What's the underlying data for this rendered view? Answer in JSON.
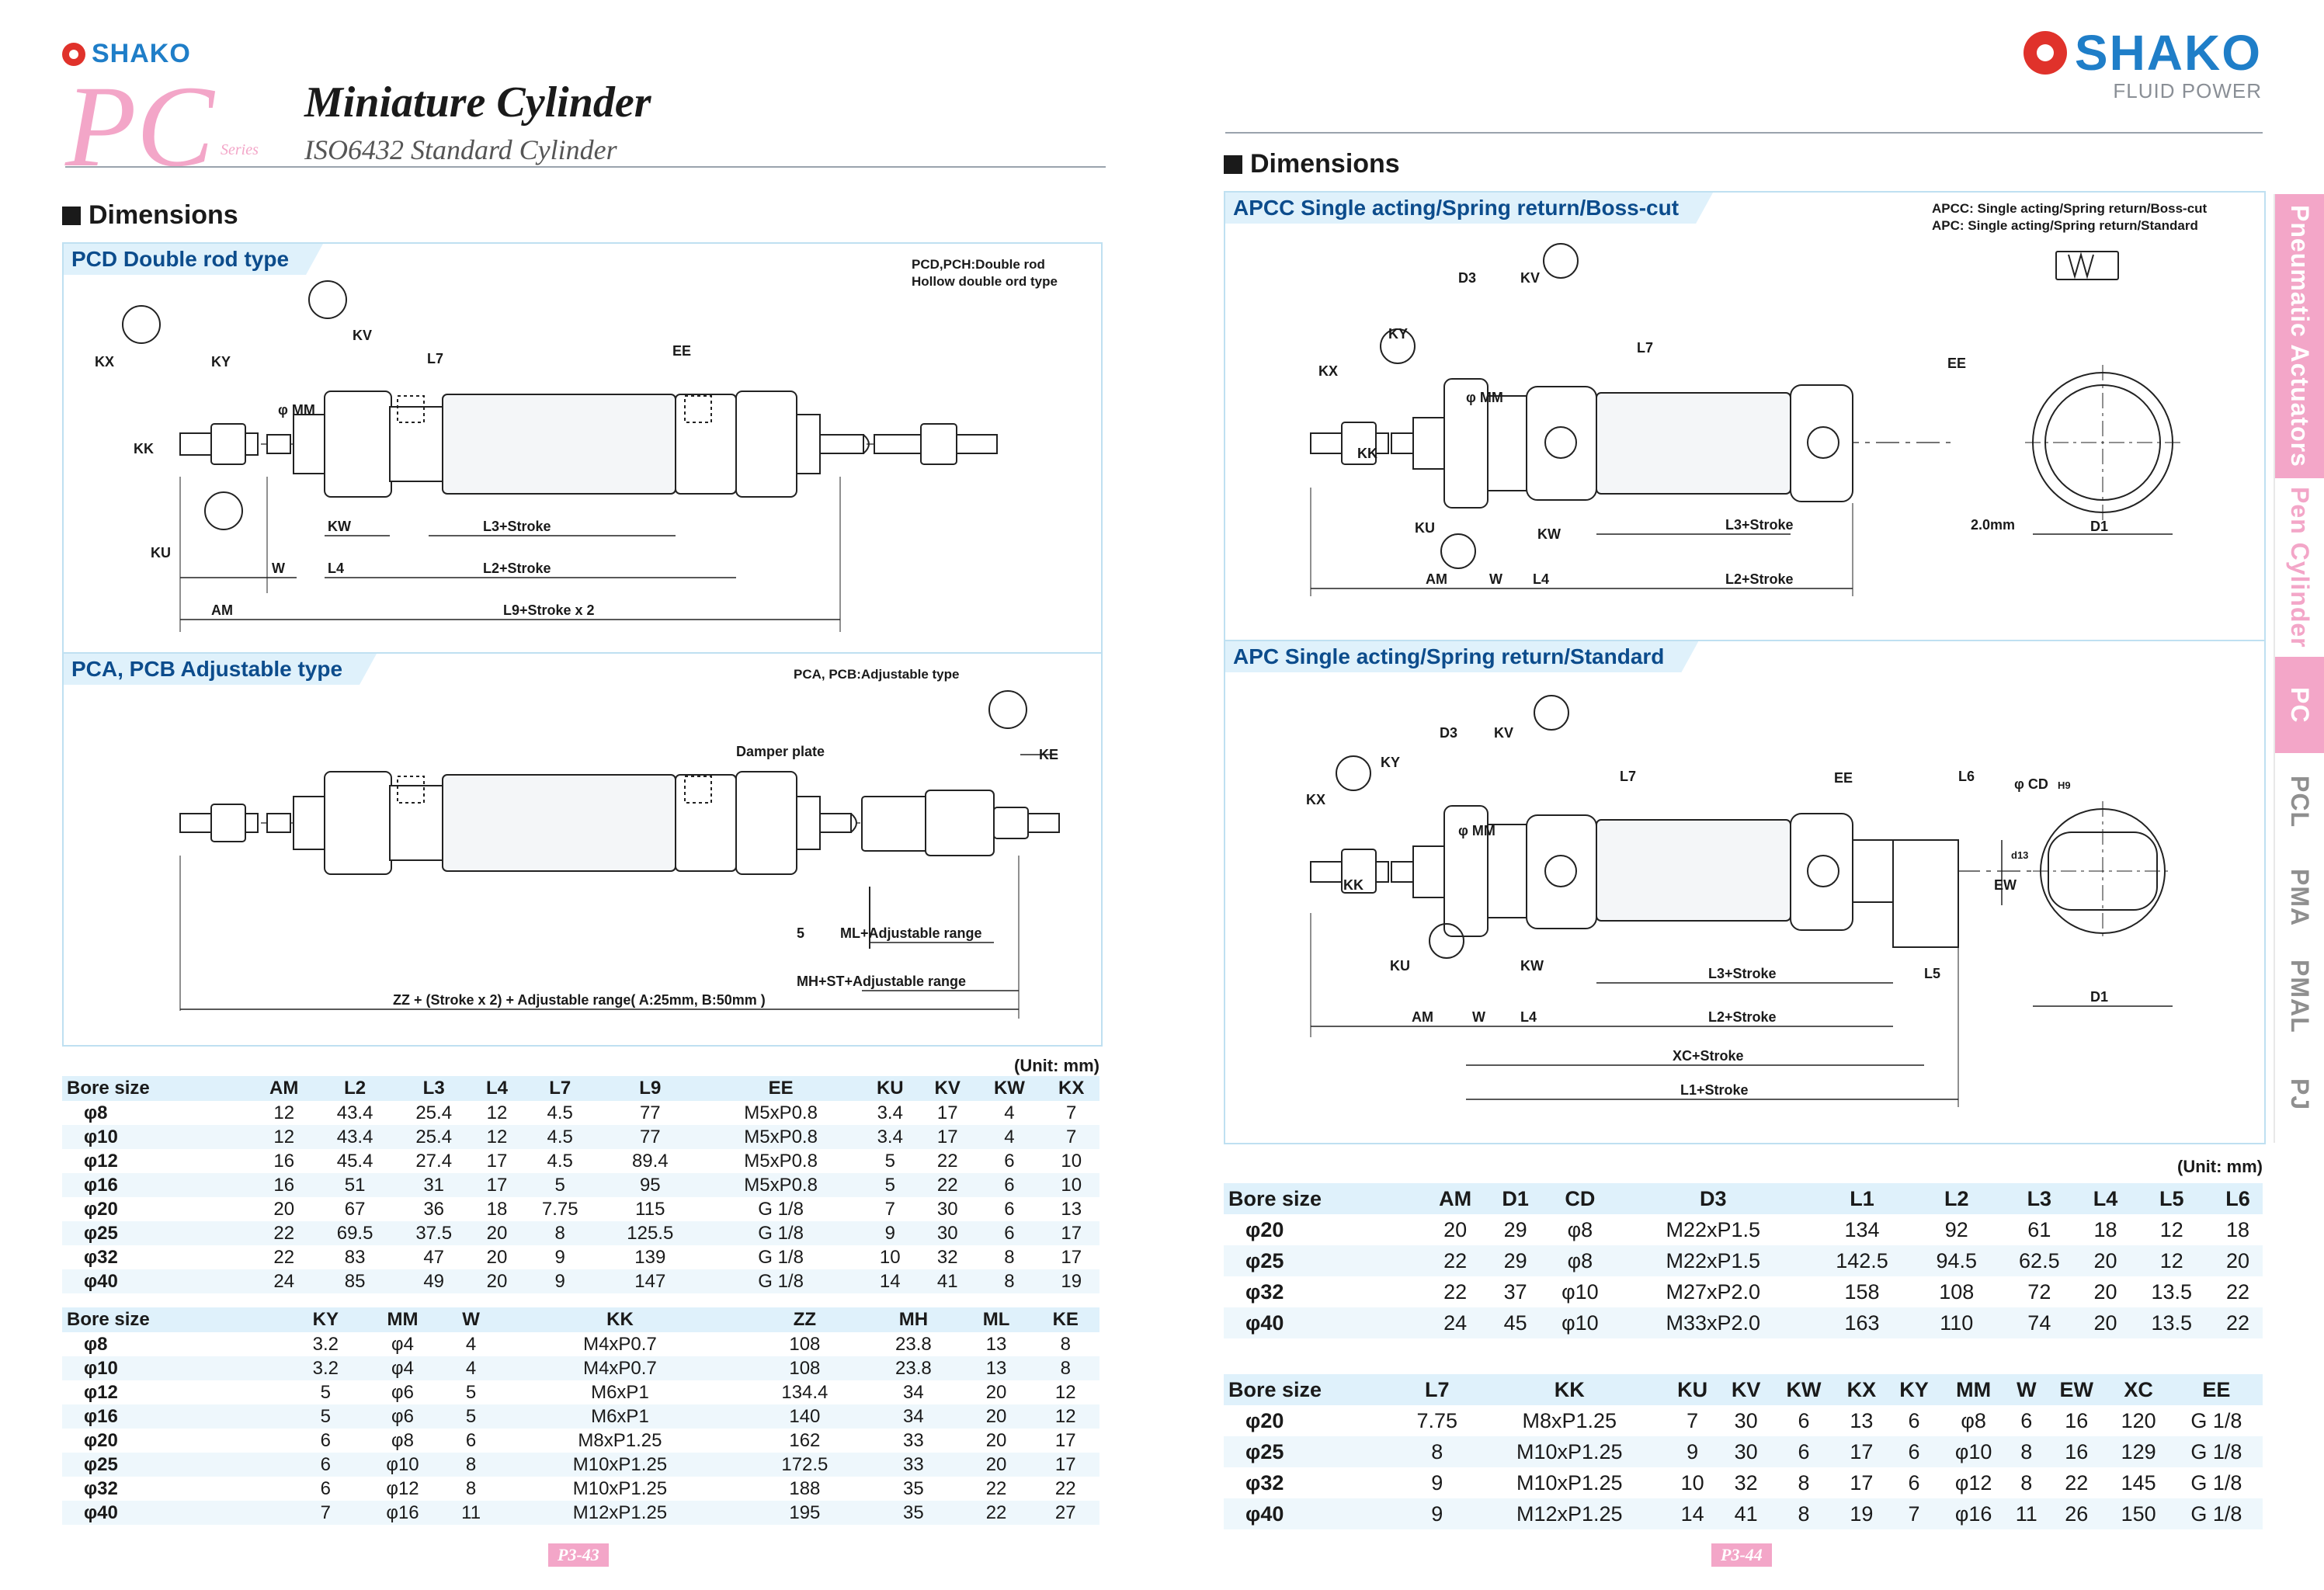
{
  "brand": {
    "name": "SHAKO",
    "tagline": "FLUID POWER"
  },
  "series": {
    "code": "PC",
    "word": "Series",
    "title": "Miniature Cylinder",
    "subtitle": "ISO6432 Standard Cylinder"
  },
  "left": {
    "section": "Dimensions",
    "panel1": {
      "title": "PCD Double rod type",
      "note": [
        "PCD,PCH:Double rod",
        "Hollow double ord type"
      ],
      "labels": {
        "KX": "KX",
        "KY": "KY",
        "KV": "KV",
        "L7": "L7",
        "EE": "EE",
        "MM": "φ MM",
        "KK": "KK",
        "KW": "KW",
        "L3S": "L3+Stroke",
        "KU": "KU",
        "W": "W",
        "L4": "L4",
        "L2S": "L2+Stroke",
        "AM": "AM",
        "L9S": "L9+Stroke x 2"
      }
    },
    "panel2": {
      "title": "PCA, PCB Adjustable type",
      "note": [
        "PCA, PCB:Adjustable type"
      ],
      "labels": {
        "damper": "Damper plate",
        "KE": "KE",
        "five": "5",
        "ML": "ML+Adjustable range",
        "MH": "MH+ST+Adjustable range",
        "ZZ": "ZZ + (Stroke x 2) + Adjustable range( A:25mm, B:50mm )"
      }
    },
    "unit": "(Unit: mm)",
    "table1": {
      "headers": [
        "Bore size",
        "AM",
        "L2",
        "L3",
        "L4",
        "L7",
        "L9",
        "EE",
        "KU",
        "KV",
        "KW",
        "KX"
      ],
      "rows": [
        [
          "φ8",
          "12",
          "43.4",
          "25.4",
          "12",
          "4.5",
          "77",
          "M5xP0.8",
          "3.4",
          "17",
          "4",
          "7"
        ],
        [
          "φ10",
          "12",
          "43.4",
          "25.4",
          "12",
          "4.5",
          "77",
          "M5xP0.8",
          "3.4",
          "17",
          "4",
          "7"
        ],
        [
          "φ12",
          "16",
          "45.4",
          "27.4",
          "17",
          "4.5",
          "89.4",
          "M5xP0.8",
          "5",
          "22",
          "6",
          "10"
        ],
        [
          "φ16",
          "16",
          "51",
          "31",
          "17",
          "5",
          "95",
          "M5xP0.8",
          "5",
          "22",
          "6",
          "10"
        ],
        [
          "φ20",
          "20",
          "67",
          "36",
          "18",
          "7.75",
          "115",
          "G 1/8",
          "7",
          "30",
          "6",
          "13"
        ],
        [
          "φ25",
          "22",
          "69.5",
          "37.5",
          "20",
          "8",
          "125.5",
          "G 1/8",
          "9",
          "30",
          "6",
          "17"
        ],
        [
          "φ32",
          "22",
          "83",
          "47",
          "20",
          "9",
          "139",
          "G 1/8",
          "10",
          "32",
          "8",
          "17"
        ],
        [
          "φ40",
          "24",
          "85",
          "49",
          "20",
          "9",
          "147",
          "G 1/8",
          "14",
          "41",
          "8",
          "19"
        ]
      ]
    },
    "table2": {
      "headers": [
        "Bore size",
        "KY",
        "MM",
        "W",
        "KK",
        "ZZ",
        "MH",
        "ML",
        "KE"
      ],
      "rows": [
        [
          "φ8",
          "3.2",
          "φ4",
          "4",
          "M4xP0.7",
          "108",
          "23.8",
          "13",
          "8"
        ],
        [
          "φ10",
          "3.2",
          "φ4",
          "4",
          "M4xP0.7",
          "108",
          "23.8",
          "13",
          "8"
        ],
        [
          "φ12",
          "5",
          "φ6",
          "5",
          "M6xP1",
          "134.4",
          "34",
          "20",
          "12"
        ],
        [
          "φ16",
          "5",
          "φ6",
          "5",
          "M6xP1",
          "140",
          "34",
          "20",
          "12"
        ],
        [
          "φ20",
          "6",
          "φ8",
          "6",
          "M8xP1.25",
          "162",
          "33",
          "20",
          "17"
        ],
        [
          "φ25",
          "6",
          "φ10",
          "8",
          "M10xP1.25",
          "172.5",
          "33",
          "20",
          "17"
        ],
        [
          "φ32",
          "6",
          "φ12",
          "8",
          "M10xP1.25",
          "188",
          "35",
          "22",
          "22"
        ],
        [
          "φ40",
          "7",
          "φ16",
          "11",
          "M12xP1.25",
          "195",
          "35",
          "22",
          "27"
        ]
      ]
    },
    "page": "P3-43"
  },
  "right": {
    "section": "Dimensions",
    "panel1": {
      "title": "APCC Single acting/Spring return/Boss-cut",
      "note": [
        "APCC: Single acting/Spring return/Boss-cut",
        "APC: Single acting/Spring return/Standard"
      ],
      "labels": {
        "D3": "D3",
        "KV": "KV",
        "KY": "KY",
        "KX": "KX",
        "L7": "L7",
        "EE": "EE",
        "MM": "φ MM",
        "KK": "KK",
        "KU": "KU",
        "KW": "KW",
        "L3S": "L3+Stroke",
        "two": "2.0mm",
        "D1": "D1",
        "AM": "AM",
        "W": "W",
        "L4": "L4",
        "L2S": "L2+Stroke"
      }
    },
    "panel2": {
      "title": "APC Single acting/Spring return/Standard",
      "labels": {
        "D3": "D3",
        "KV": "KV",
        "KY": "KY",
        "KX": "KX",
        "L7": "L7",
        "EE": "EE",
        "L6": "L6",
        "CD": "φ CD",
        "H9": "H9",
        "MM": "φ MM",
        "KK": "KK",
        "EW": "EW",
        "d13": "d13",
        "KU": "KU",
        "KW": "KW",
        "L3S": "L3+Stroke",
        "L5": "L5",
        "D1": "D1",
        "AM": "AM",
        "W": "W",
        "L4": "L4",
        "L2S": "L2+Stroke",
        "XCS": "XC+Stroke",
        "L1S": "L1+Stroke"
      }
    },
    "unit": "(Unit: mm)",
    "table1": {
      "headers": [
        "Bore size",
        "AM",
        "D1",
        "CD",
        "D3",
        "L1",
        "L2",
        "L3",
        "L4",
        "L5",
        "L6"
      ],
      "rows": [
        [
          "φ20",
          "20",
          "29",
          "φ8",
          "M22xP1.5",
          "134",
          "92",
          "61",
          "18",
          "12",
          "18"
        ],
        [
          "φ25",
          "22",
          "29",
          "φ8",
          "M22xP1.5",
          "142.5",
          "94.5",
          "62.5",
          "20",
          "12",
          "20"
        ],
        [
          "φ32",
          "22",
          "37",
          "φ10",
          "M27xP2.0",
          "158",
          "108",
          "72",
          "20",
          "13.5",
          "22"
        ],
        [
          "φ40",
          "24",
          "45",
          "φ10",
          "M33xP2.0",
          "163",
          "110",
          "74",
          "20",
          "13.5",
          "22"
        ]
      ]
    },
    "table2": {
      "headers": [
        "Bore size",
        "L7",
        "KK",
        "KU",
        "KV",
        "KW",
        "KX",
        "KY",
        "MM",
        "W",
        "EW",
        "XC",
        "EE"
      ],
      "rows": [
        [
          "φ20",
          "7.75",
          "M8xP1.25",
          "7",
          "30",
          "6",
          "13",
          "6",
          "φ8",
          "6",
          "16",
          "120",
          "G 1/8"
        ],
        [
          "φ25",
          "8",
          "M10xP1.25",
          "9",
          "30",
          "6",
          "17",
          "6",
          "φ10",
          "8",
          "16",
          "129",
          "G 1/8"
        ],
        [
          "φ32",
          "9",
          "M10xP1.25",
          "10",
          "32",
          "8",
          "17",
          "6",
          "φ12",
          "8",
          "22",
          "145",
          "G 1/8"
        ],
        [
          "φ40",
          "9",
          "M12xP1.25",
          "14",
          "41",
          "8",
          "19",
          "7",
          "φ16",
          "11",
          "26",
          "150",
          "G 1/8"
        ]
      ]
    },
    "page": "P3-44"
  },
  "sidetabs": [
    "Pneumatic Actuators",
    "Pen Cylinder",
    "PC",
    "PCL",
    "PMA",
    "PMAL",
    "PJ"
  ],
  "colors": {
    "brand_blue": "#1f7ec8",
    "pink": "#f3a6c8",
    "panel_border": "#bfe0f1",
    "header_fill": "#dff1fb",
    "title_blue": "#0c4c8c"
  }
}
